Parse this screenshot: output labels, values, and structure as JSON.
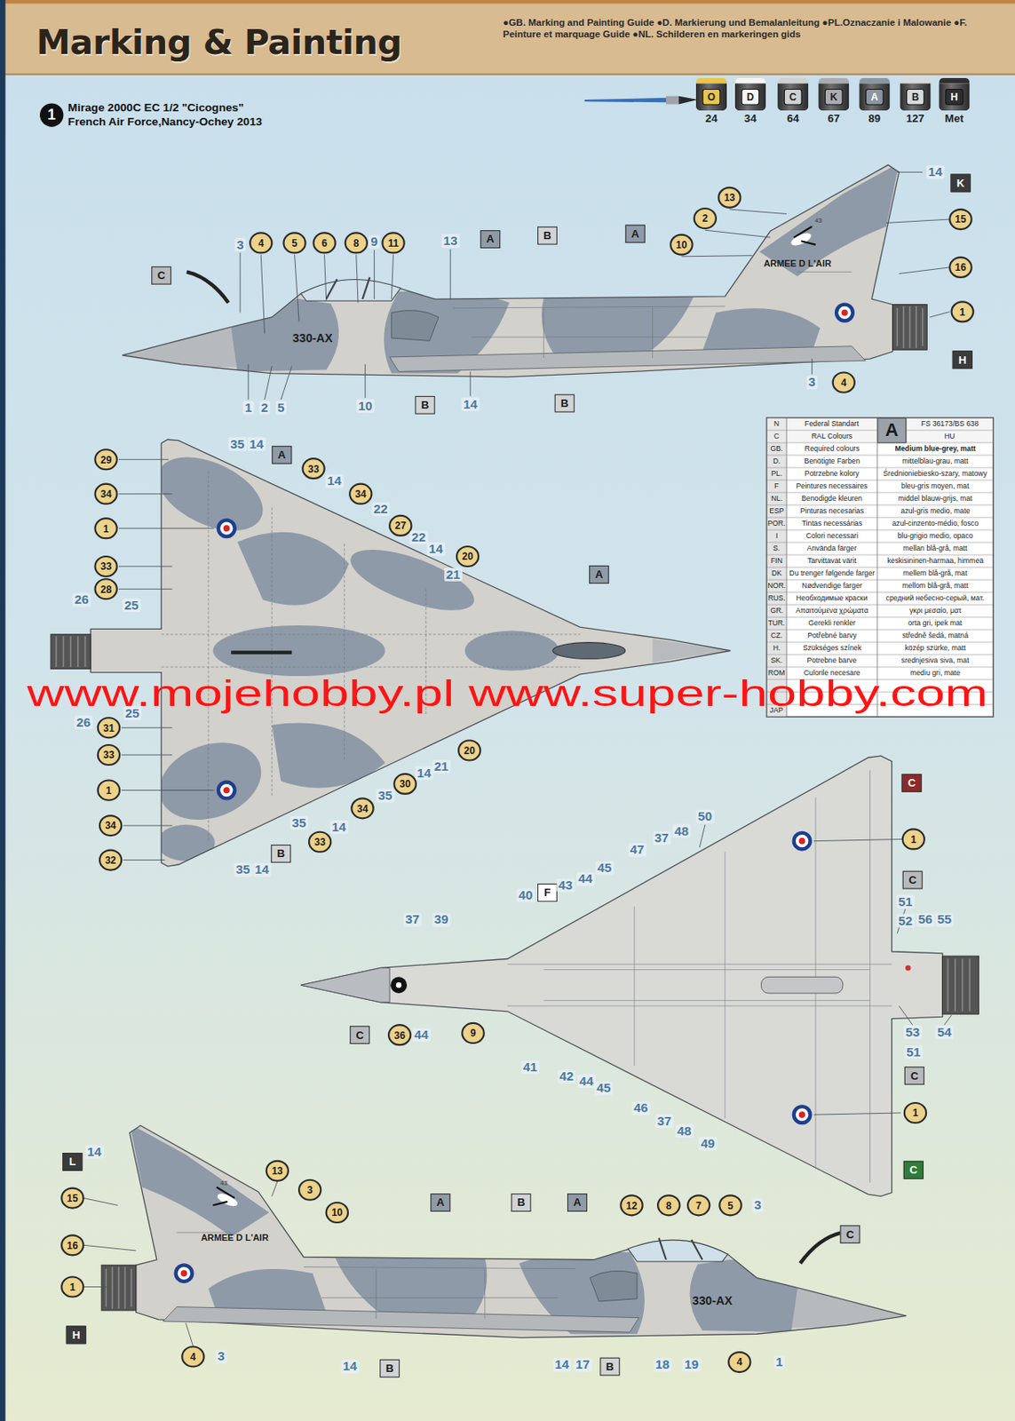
{
  "diagram": {
    "title": "Marking & Painting",
    "nodes": [
      {
        "text": [
          "1"
        ]
      },
      {
        "text": [
          "O",
          "24"
        ]
      },
      {
        "text": [
          "D",
          "34"
        ]
      },
      {
        "text": [
          "C",
          "64"
        ]
      },
      {
        "text": [
          "K",
          "67"
        ]
      },
      {
        "text": [
          "A",
          "89"
        ]
      },
      {
        "text": [
          "B",
          "127"
        ]
      },
      {
        "text": [
          "H",
          "Met"
        ]
      },
      {
        "text": [
          "C"
        ]
      },
      {
        "text": [
          "4"
        ]
      },
      {
        "text": [
          "5"
        ]
      },
      {
        "text": [
          "6"
        ]
      },
      {
        "text": [
          "8"
        ]
      },
      {
        "text": [
          "11"
        ]
      },
      {
        "text": [
          "A"
        ]
      },
      {
        "text": [
          "B"
        ]
      },
      {
        "text": [
          "A"
        ]
      },
      {
        "text": [
          "13"
        ]
      },
      {
        "text": [
          "2"
        ]
      },
      {
        "text": [
          "10"
        ]
      },
      {
        "text": [
          "K"
        ]
      },
      {
        "text": [
          "15"
        ]
      },
      {
        "text": [
          "16"
        ]
      },
      {
        "text": [
          "1"
        ]
      },
      {
        "text": [
          "H"
        ]
      },
      {
        "text": [
          "B"
        ]
      },
      {
        "text": [
          "B"
        ]
      },
      {
        "text": [
          "4"
        ]
      },
      {
        "text": [
          "29"
        ]
      },
      {
        "text": [
          "A"
        ]
      },
      {
        "text": [
          "33"
        ]
      },
      {
        "text": [
          "34"
        ]
      },
      {
        "text": [
          "34"
        ]
      },
      {
        "text": [
          "1"
        ]
      },
      {
        "text": [
          "27"
        ]
      },
      {
        "text": [
          "20"
        ]
      },
      {
        "text": [
          "33"
        ]
      },
      {
        "text": [
          "A"
        ]
      },
      {
        "text": [
          "28"
        ]
      },
      {
        "text": [
          "31"
        ]
      },
      {
        "text": [
          "20"
        ]
      },
      {
        "text": [
          "33"
        ]
      },
      {
        "text": [
          "30"
        ]
      },
      {
        "text": [
          "1"
        ]
      },
      {
        "text": [
          "34"
        ]
      },
      {
        "text": [
          "34"
        ]
      },
      {
        "text": [
          "33"
        ]
      },
      {
        "text": [
          "B"
        ]
      },
      {
        "text": [
          "32"
        ]
      },
      {
        "text": [
          "C"
        ]
      },
      {
        "text": [
          "1"
        ]
      },
      {
        "text": [
          "C"
        ]
      },
      {
        "text": [
          "F"
        ]
      },
      {
        "text": [
          "36"
        ]
      },
      {
        "text": [
          "9"
        ]
      },
      {
        "text": [
          "C"
        ]
      },
      {
        "text": [
          "C"
        ]
      },
      {
        "text": [
          "1"
        ]
      },
      {
        "text": [
          "C"
        ]
      },
      {
        "text": [
          "L"
        ]
      },
      {
        "text": [
          "13"
        ]
      },
      {
        "text": [
          "3"
        ]
      },
      {
        "text": [
          "15"
        ]
      },
      {
        "text": [
          "10"
        ]
      },
      {
        "text": [
          "A"
        ]
      },
      {
        "text": [
          "B"
        ]
      },
      {
        "text": [
          "A"
        ]
      },
      {
        "text": [
          "12"
        ]
      },
      {
        "text": [
          "8"
        ]
      },
      {
        "text": [
          "7"
        ]
      },
      {
        "text": [
          "5"
        ]
      },
      {
        "text": [
          "C"
        ]
      },
      {
        "text": [
          "16"
        ]
      },
      {
        "text": [
          "1"
        ]
      },
      {
        "text": [
          "H"
        ]
      },
      {
        "text": [
          "4"
        ]
      },
      {
        "text": [
          "B"
        ]
      },
      {
        "text": [
          "B"
        ]
      },
      {
        "text": [
          "4"
        ]
      }
    ],
    "labels": [
      "●GB. Marking and Painting Guide ●D. Markierung und Bemalanleitung ●PL.Oznaczanie i Malowanie ●F. Peinture et marquage Guide ●NL. Schilderen en markeringen gids",
      "Mirage 2000C EC 1/2 \"Cicognes\"",
      "French Air Force,Nancy-Ochey 2013",
      "3",
      "9",
      "13",
      "14",
      "43",
      "ARMEE D L'AIR",
      "330-AX",
      "1",
      "2",
      "5",
      "10",
      "14",
      "3",
      "35",
      "14",
      "14",
      "22",
      "22",
      "14",
      "21",
      "26",
      "25",
      "25",
      "26",
      "35",
      "14",
      "21",
      "35",
      "14",
      "35",
      "14",
      "N",
      "Federal Standart",
      "A",
      "FS 36173/BS 638",
      "C",
      "RAL Colours",
      "HU",
      "GB.",
      "Required colours",
      "Medium blue-grey, matt",
      "D.",
      "Benötigte Farben",
      "mittelblau-grau, matt",
      "PL.",
      "Potrzebne kolory",
      "Średnioniebiesko-szary, matowy",
      "F",
      "Peintures necessaires",
      "bleu-gris moyen, mat",
      "NL.",
      "Benodigde kleuren",
      "middel blauw-grijs, mat",
      "ESP",
      "Pinturas necesarias",
      "azul-gris medio, mate",
      "POR.",
      "Tintas necessárias",
      "azul-cinzento-médio, fosco",
      "I",
      "Colori necessari",
      "blu-grigio medio, opaco",
      "S.",
      "Använda färger",
      "mellan blå-grå, matt",
      "FIN",
      "Tarvittavat värit",
      "keskisininen-harmaa, himmeä",
      "DK",
      "Du trenger følgende farger",
      "mellem blå-grå, mat",
      "NOR.",
      "Nødvendige farger",
      "mellom blå-grå, matt",
      "RUS.",
      "Необходимые краски",
      "средний небесно-серый, мат.",
      "GR.",
      "Απαιτούμενα χρώματα",
      "γκρι μεσαίο, ματ",
      "TUR.",
      "Gerekli renkler",
      "orta gri, ipek mat",
      "CZ.",
      "Potřebné barvy",
      "středně šedá, matná",
      "H.",
      "Szükséges színek",
      "közép szürke, matt",
      "SK.",
      "Potrebne barve",
      "srednjesiva siva, mat",
      "ROM",
      "Culorile necesare",
      "mediu gri, mate",
      "JAP",
      "www.mojehobby.pl www.super-hobby.com",
      "50",
      "37",
      "48",
      "47",
      "45",
      "44",
      "43",
      "40",
      "37",
      "39",
      "51",
      "52",
      "56",
      "55",
      "53",
      "54",
      "51",
      "44",
      "41",
      "42",
      "44",
      "45",
      "46",
      "37",
      "48",
      "49",
      "14",
      "43",
      "ARMEE D L'AIR",
      "330-AX",
      "3",
      "3",
      "14",
      "14",
      "17",
      "18",
      "19",
      "1"
    ]
  }
}
